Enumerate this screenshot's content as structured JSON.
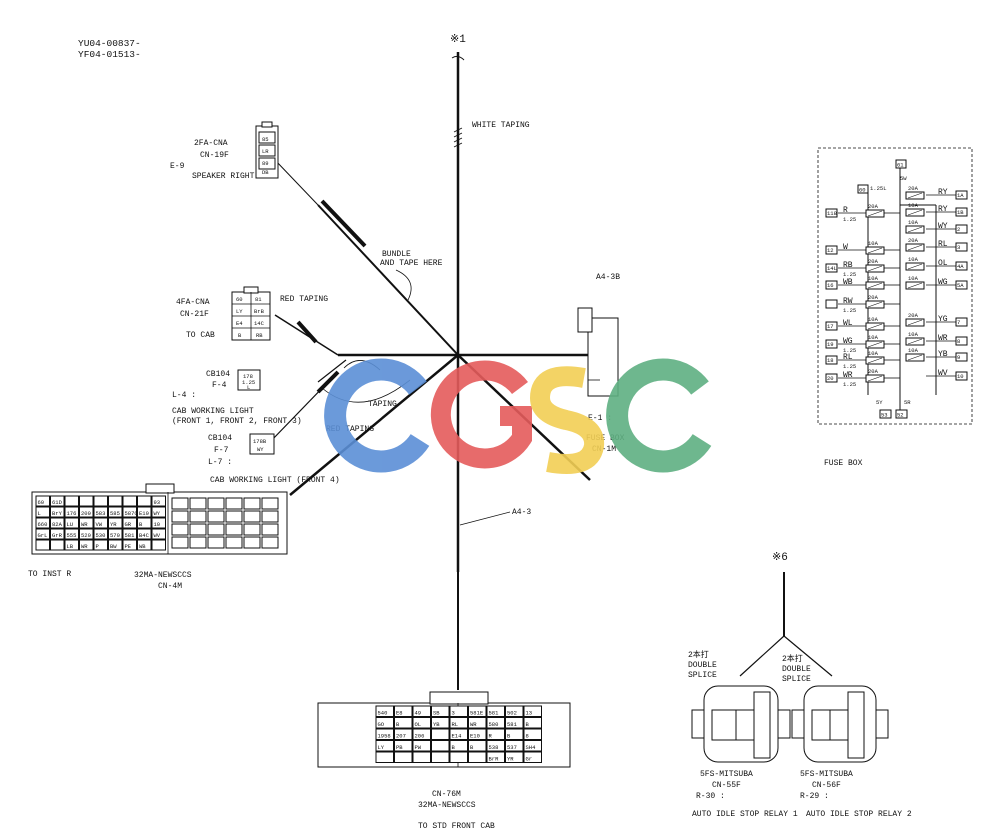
{
  "header": {
    "line1": "YU04-00837-",
    "line2": "YF04-01513-"
  },
  "marks": {
    "top": "※1",
    "bottom_right": "※6"
  },
  "tapes": {
    "white": "WHITE TAPING",
    "bundle1": "BUNDLE",
    "bundle2": "AND TAPE HERE",
    "red_upper": "RED TAPING",
    "taping": "TAPING",
    "red_lower": "RED TAPING"
  },
  "connectors": {
    "cn19f": {
      "name": "2FA-CNA",
      "id": "CN-19F",
      "ref": "E-9",
      "desc": "SPEAKER RIGHT",
      "pins": [
        "85",
        "LR",
        "89",
        "DB"
      ]
    },
    "cn21f": {
      "name": "4FA-CNA",
      "id": "CN-21F",
      "desc": "TO CAB",
      "pins": [
        "60",
        "81",
        "LY",
        "BrB",
        "E4",
        "14C",
        "B",
        "RB"
      ]
    },
    "f4": {
      "name": "CB104",
      "id": "F-4",
      "ref": "L-4 :",
      "pins": [
        "178",
        "1.25",
        "L"
      ],
      "desc1": "CAB WORKING LIGHT",
      "desc2": "(FRONT 1, FRONT 2, FRONT 3)"
    },
    "f7": {
      "name": "CB104",
      "id": "F-7",
      "ref": "L-7 :",
      "pins": [
        "178B",
        "WY"
      ],
      "desc": "CAB WORKING LIGHT (FRONT 4)"
    },
    "cn4m": {
      "name": "32MA-NEWSCCS",
      "id": "CN-4M",
      "desc": "TO INST R"
    },
    "cn76m": {
      "name": "CN-76M",
      "id": "32MA-NEWSCCS",
      "desc": "TO STD FRONT CAB"
    },
    "cn1m": {
      "ref": "E-1 :",
      "desc": "FUSE BOX",
      "id": "CN-1M"
    },
    "a43b": "A4-3B",
    "a43": "A4-3",
    "cn55f": {
      "name": "5FS-MITSUBA",
      "id": "CN-55F",
      "ref": "R-30 :",
      "desc": "AUTO IDLE STOP RELAY 1",
      "splice1": "2本打",
      "splice2": "DOUBLE",
      "splice3": "SPLICE"
    },
    "cn56f": {
      "name": "5FS-MITSUBA",
      "id": "CN-56F",
      "ref": "R-29 :",
      "desc": "AUTO IDLE STOP RELAY 2",
      "splice1": "2本打",
      "splice2": "DOUBLE",
      "splice3": "SPLICE"
    }
  },
  "cn4m_cells": {
    "row1": [
      "60",
      "61D",
      "",
      "",
      "",
      "",
      "",
      "",
      "93"
    ],
    "row2": [
      "L",
      "BrY",
      "176",
      "200",
      "583",
      "585",
      "587C",
      "E10",
      "WY"
    ],
    "row3": [
      "660",
      "82A",
      "LU",
      "WR",
      "VW",
      "YR",
      "GR",
      "B",
      "10"
    ],
    "row4": [
      "GrL",
      "GrR",
      "555",
      "520",
      "530",
      "570",
      "581",
      "B4C",
      "WV"
    ],
    "row5": [
      "",
      "",
      "LB",
      "WR",
      "P",
      "BW",
      "PE",
      "WB",
      ""
    ]
  },
  "cn76m_cells": {
    "row1": [
      "540",
      "E8",
      "49",
      "SB",
      "3",
      "581E",
      "581",
      "502",
      "13"
    ],
    "row2": [
      "GO",
      "B",
      "OL",
      "YB",
      "RL",
      "WR",
      "580",
      "581",
      "B"
    ],
    "row3": [
      "1958",
      "207",
      "206",
      "",
      "E14",
      "E10",
      "R",
      "B",
      "8"
    ],
    "row4": [
      "LY",
      "PB",
      "PW",
      "",
      "B",
      "B",
      "538",
      "537",
      "SH4"
    ],
    "row5": [
      "",
      "",
      "",
      "",
      "",
      "",
      "BrR",
      "YR",
      "Gr"
    ]
  },
  "fuse_box": {
    "title": "FUSE BOX",
    "top_terms": [
      "61",
      "60"
    ],
    "top_labels": [
      "1.25L",
      "5W"
    ],
    "left_wires": [
      "R",
      "W",
      "RB",
      "WB",
      "RW",
      "WL",
      "WG",
      "RL",
      "WR"
    ],
    "left_sizes": [
      "1.25",
      "",
      "1.25",
      "",
      "1.25",
      "",
      "1.25",
      "1.25",
      "1.25"
    ],
    "left_terms": [
      "118",
      "12",
      "14L",
      "16",
      "",
      "17",
      "19",
      "18",
      "20"
    ],
    "right_wires": [
      "RY",
      "RY",
      "WY",
      "RL",
      "OL",
      "WG",
      "YG",
      "WR",
      "YB",
      "WV"
    ],
    "right_terms": [
      "1A",
      "1B",
      "2",
      "3",
      "4A",
      "5A",
      "7",
      "8",
      "9",
      "10"
    ],
    "ratings_left": [
      "20A",
      "10A",
      "20A",
      "10A",
      "20A",
      "10A",
      "10A",
      "10A",
      "20A"
    ],
    "ratings_right": [
      "20A",
      "10A",
      "10A",
      "20A",
      "10A",
      "10A",
      "20A",
      "10A",
      "10A"
    ],
    "bottom_labels": [
      "5Y",
      "5R"
    ],
    "bottom_terms": [
      "53",
      "52"
    ]
  }
}
